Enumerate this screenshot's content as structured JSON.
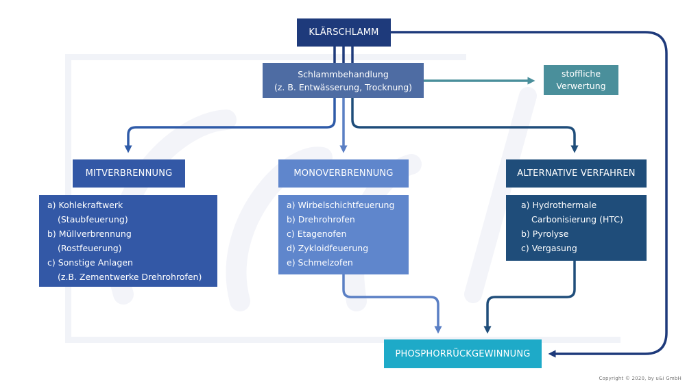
{
  "diagram": {
    "source": {
      "label": "KLÄRSCHLAMM"
    },
    "treatment": {
      "line1": "Schlammbehandlung",
      "line2": "(z. B. Entwässerung, Trocknung)"
    },
    "material_use": {
      "line1": "stoffliche",
      "line2": "Verwertung"
    },
    "co_incineration": {
      "title": "MITVERBRENNUNG",
      "items": [
        {
          "label": "a) Kohlekraftwerk",
          "detail": "(Staubfeuerung)"
        },
        {
          "label": "b) Müllverbrennung",
          "detail": "(Rostfeuerung)"
        },
        {
          "label": "c) Sonstige Anlagen",
          "detail": "(z.B. Zementwerke Drehrohrofen)"
        }
      ]
    },
    "mono_incineration": {
      "title": "MONOVERBRENNUNG",
      "items": [
        "a) Wirbelschichtfeuerung",
        "b) Drehrohrofen",
        "c) Etagenofen",
        "d) Zykloidfeuerung",
        "e) Schmelzofen"
      ]
    },
    "alternative": {
      "title": "ALTERNATIVE VERFAHREN",
      "items": [
        {
          "label": "a) Hydrothermale",
          "detail": "Carbonisierung (HTC)"
        },
        {
          "label": "b) Pyrolyse"
        },
        {
          "label": "c) Vergasung"
        }
      ]
    },
    "target": {
      "label": "PHOSPHORRÜCKGEWINNUNG"
    }
  },
  "footer": {
    "copyright": "Copyright © 2020, by u&i GmbH"
  },
  "colors": {
    "navy": "#1e3a7b",
    "treatment": "#4e6ca3",
    "teal": "#4a8f9b",
    "co_blue": "#3358a6",
    "mono_blue": "#5f86cc",
    "alt_navy": "#1f4d7a",
    "cyan": "#1eaac8"
  }
}
